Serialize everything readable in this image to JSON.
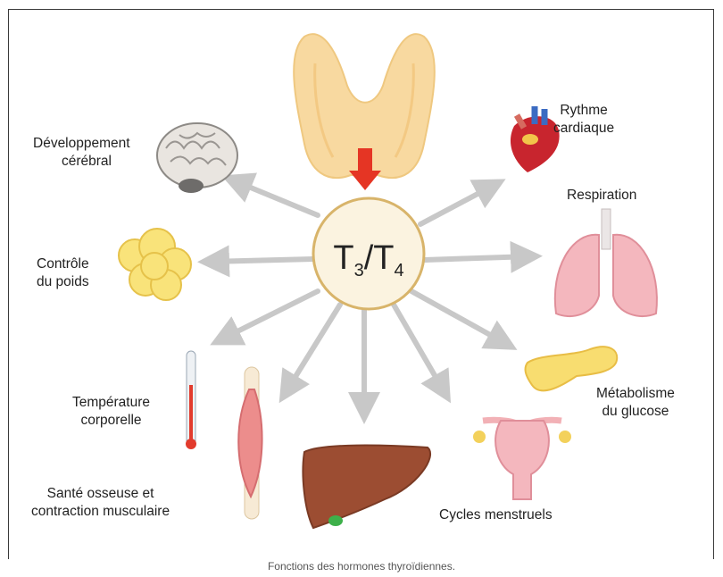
{
  "hub": {
    "hormone_a": "T",
    "sub_a": "3",
    "separator": "/",
    "hormone_b": "T",
    "sub_b": "4"
  },
  "labels": {
    "brain": [
      "Développement",
      "cérébral"
    ],
    "heart": [
      "Rythme",
      "cardiaque"
    ],
    "lungs": [
      "Respiration"
    ],
    "fat": [
      "Contrôle",
      "du poids"
    ],
    "pancreas": [
      "Métabolisme",
      "du glucose"
    ],
    "thermometer": [
      "Température",
      "corporelle"
    ],
    "muscle": [
      "Santé osseuse et",
      "contraction musculaire"
    ],
    "uterus": [
      "Cycles menstruels"
    ]
  },
  "caption": "Fonctions des hormones thyroïdiennes.",
  "colors": {
    "arrow": "#c8c8c8",
    "hub_fill": "#fbf3e0",
    "hub_stroke": "#d8b46a",
    "thyroid": "#f8d9a0",
    "red_arrow": "#e53524"
  },
  "icons": [
    "thyroid-icon",
    "brain-icon",
    "heart-icon",
    "lungs-icon",
    "fat-cells-icon",
    "pancreas-icon",
    "thermometer-icon",
    "muscle-bone-icon",
    "liver-icon",
    "uterus-icon"
  ]
}
